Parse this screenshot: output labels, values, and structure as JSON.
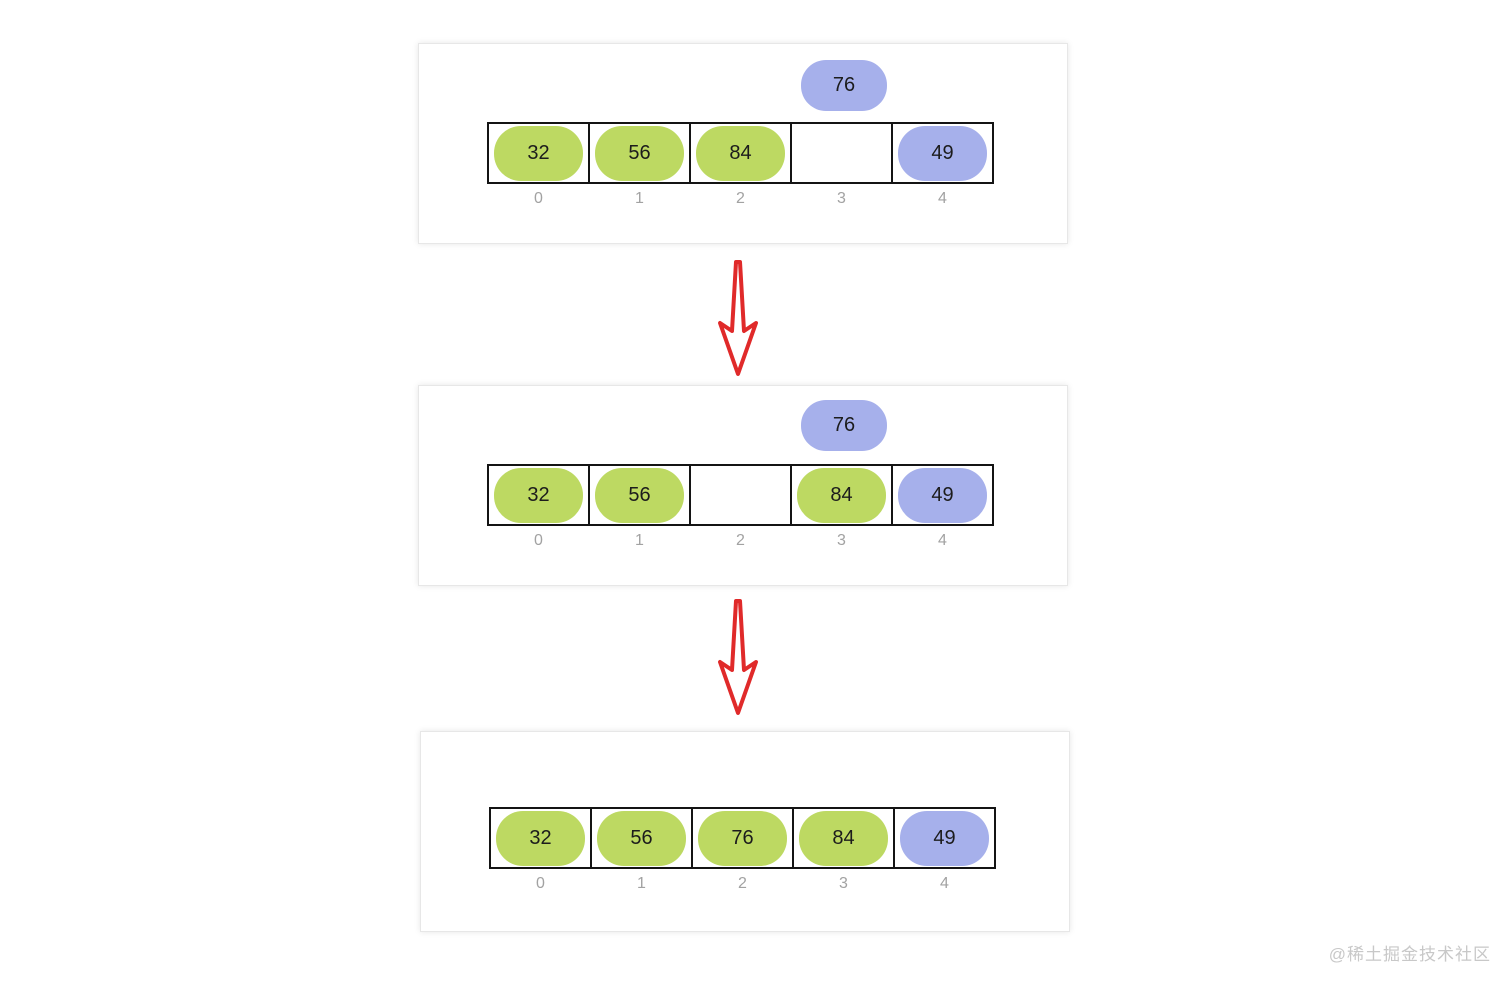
{
  "colors": {
    "green": "#bdd962",
    "blue": "#a6b0eb",
    "arrow": "#e02a2a",
    "cell_border": "#141414",
    "index_text": "#a2a2a2",
    "value_text": "#1c1c1c",
    "watermark_text": "#c8c8c8"
  },
  "panels": [
    {
      "name": "step-1",
      "floating": {
        "value": "76",
        "above_index": "3"
      },
      "cells": [
        {
          "index": "0",
          "value": "32",
          "color": "green"
        },
        {
          "index": "1",
          "value": "56",
          "color": "green"
        },
        {
          "index": "2",
          "value": "84",
          "color": "green"
        },
        {
          "index": "3",
          "value": "",
          "color": ""
        },
        {
          "index": "4",
          "value": "49",
          "color": "blue"
        }
      ]
    },
    {
      "name": "step-2",
      "floating": {
        "value": "76",
        "above_index": "3"
      },
      "cells": [
        {
          "index": "0",
          "value": "32",
          "color": "green"
        },
        {
          "index": "1",
          "value": "56",
          "color": "green"
        },
        {
          "index": "2",
          "value": "",
          "color": ""
        },
        {
          "index": "3",
          "value": "84",
          "color": "green"
        },
        {
          "index": "4",
          "value": "49",
          "color": "blue"
        }
      ]
    },
    {
      "name": "step-3",
      "floating": null,
      "cells": [
        {
          "index": "0",
          "value": "32",
          "color": "green"
        },
        {
          "index": "1",
          "value": "56",
          "color": "green"
        },
        {
          "index": "2",
          "value": "76",
          "color": "green"
        },
        {
          "index": "3",
          "value": "84",
          "color": "green"
        },
        {
          "index": "4",
          "value": "49",
          "color": "blue"
        }
      ]
    }
  ],
  "arrows": [
    {
      "name": "arrow-step1-to-step2",
      "direction": "down"
    },
    {
      "name": "arrow-step2-to-step3",
      "direction": "down"
    }
  ],
  "watermark": "@稀土掘金技术社区"
}
